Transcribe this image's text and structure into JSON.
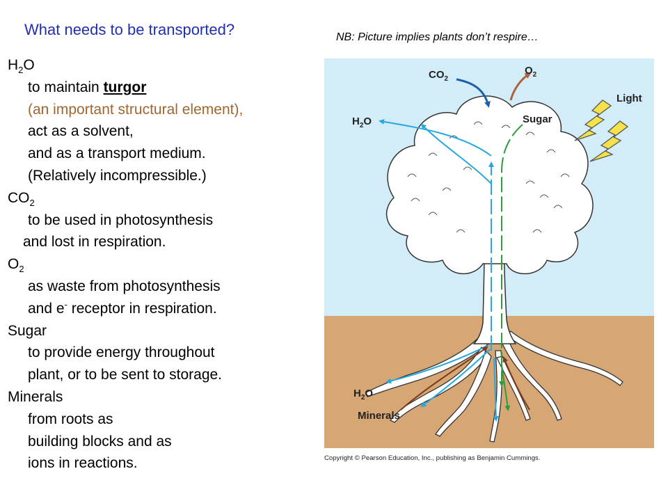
{
  "header": {
    "title": "What needs to be transported?",
    "note": "NB: Picture implies plants don’t respire…"
  },
  "list": {
    "h2o": {
      "label_main": "H",
      "label_sub": "2",
      "label_end": "O",
      "line1_prefix": "to maintain ",
      "line1_term": "turgor",
      "line2": "(an important structural element),",
      "line3": "act as a solvent,",
      "line4": "and as a transport medium.",
      "line5": "(Relatively incompressible.)"
    },
    "co2": {
      "label_main": "CO",
      "label_sub": "2",
      "line1": "to be used in photosynthesis",
      "line2": "and lost in respiration."
    },
    "o2": {
      "label_main": "O",
      "label_sub": "2",
      "line1": "as waste from photosynthesis",
      "line2_prefix": "and e",
      "line2_sup": "-",
      "line2_suffix": " receptor in respiration."
    },
    "sugar": {
      "label": "Sugar",
      "line1": "to provide energy throughout",
      "line2": "plant, or to be sent to storage."
    },
    "minerals": {
      "label": "Minerals",
      "line1": "from roots as",
      "line2": "building blocks and as",
      "line3": "ions in reactions."
    }
  },
  "figure": {
    "labels": {
      "co2_main": "CO",
      "co2_sub": "2",
      "o2_main": "O",
      "o2_sub": "2",
      "light": "Light",
      "h2o_top_main": "H",
      "h2o_top_sub": "2",
      "h2o_top_end": "O",
      "sugar": "Sugar",
      "h2o_bottom_main": "H",
      "h2o_bottom_sub": "2",
      "h2o_bottom_end": "O",
      "minerals": "Minerals"
    },
    "copyright": "Copyright © Pearson Education, Inc., publishing as Benjamin Cummings.",
    "colors": {
      "sky": "#d2ecf8",
      "soil": "#d7a675",
      "water_arrow": "#27a7dd",
      "sugar_arrow": "#2e9c3d",
      "mineral_arrow": "#7a3b1c",
      "o2_arrow": "#b0603a",
      "co2_arrow": "#1b5fa8",
      "light_bolt": "#f5e24a"
    }
  }
}
